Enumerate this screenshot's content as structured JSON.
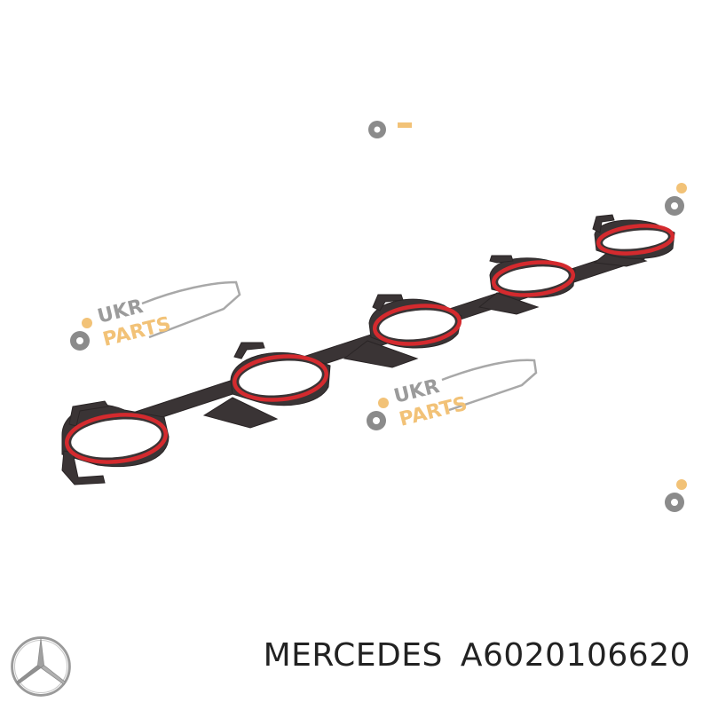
{
  "image": {
    "subject": "intake-manifold-gasket",
    "background_color": "#ffffff",
    "gasket_color": "#3a3435",
    "seal_ring_color": "#d42a2e"
  },
  "watermark": {
    "text_line1": "UKR",
    "text_line2": "PARTS",
    "line1_color": "#8a8a8a",
    "line2_color": "#f0b860",
    "gear_color": "#777777",
    "gear_accent_color": "#f0b860"
  },
  "caption": {
    "brand": "MERCEDES",
    "part_number": "A6020106620"
  },
  "logo": {
    "icon": "three-pointed-star-icon",
    "color": "#9a9a9a"
  }
}
